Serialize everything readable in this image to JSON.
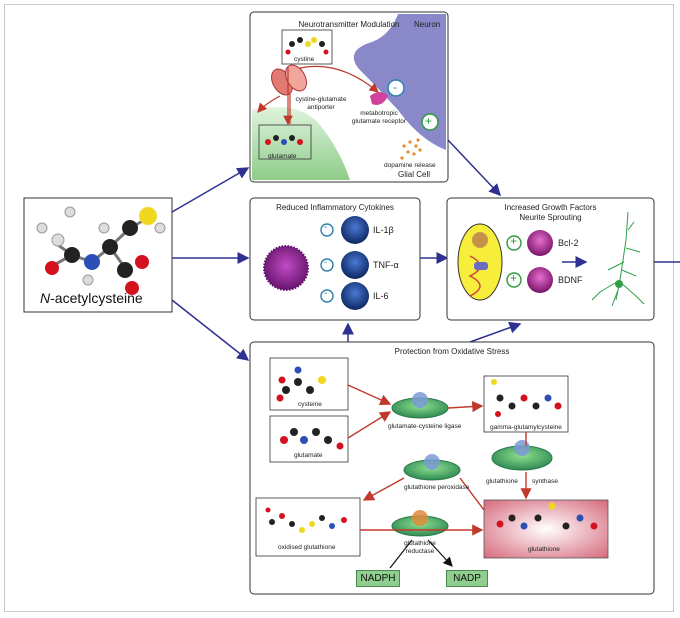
{
  "nac": {
    "label_italic": "N",
    "label_rest": "-acetylcysteine"
  },
  "neuro": {
    "title": "Neurotransmitter Modulation",
    "neuron": "Neuron",
    "glial": "Glial Cell",
    "cystine": "cystine",
    "antiporter": "cystine-glutamate antiporter",
    "glutamate": "glutamate",
    "receptor": "metabotropic glutamate receptor",
    "dopamine": "dopamine release",
    "minus": "-",
    "plus": "+"
  },
  "cytokines": {
    "title": "Reduced Inflammatory Cytokines",
    "items": [
      "IL-1β",
      "TNF-α",
      "IL-6"
    ],
    "sign": "-"
  },
  "growth": {
    "title_line1": "Increased Growth Factors",
    "title_line2": "Neurite Sprouting",
    "items": [
      "Bcl-2",
      "BDNF"
    ],
    "sign": "+"
  },
  "oxid": {
    "title": "Protection from Oxidative Stress",
    "cysteine": "cysteine",
    "glutamate": "glutamate",
    "gcl": "glutamate-cysteine ligase",
    "ggc": "gamma-glutamylcysteine",
    "gs_left": "glutathione",
    "gs_right": "synthase",
    "gpx": "glutathione peroxidase",
    "gsh": "glutathione",
    "gssg": "oxidised glutathione",
    "gr": "glutathione reductase",
    "nadph": "NADPH",
    "nadp": "NADP"
  }
}
